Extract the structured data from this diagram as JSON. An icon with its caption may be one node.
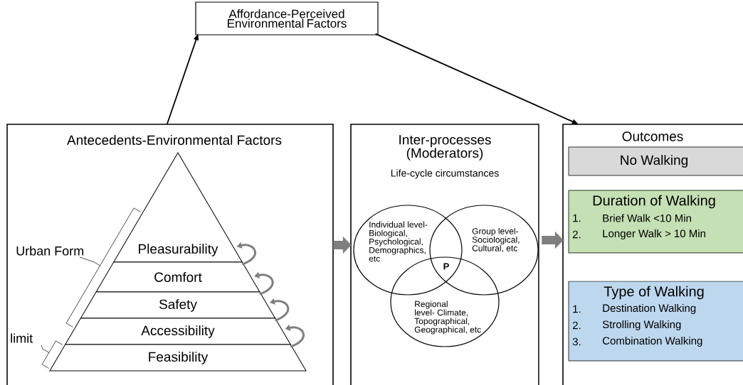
{
  "diagram": {
    "nodes": [
      {
        "text": [
          "Affordance-Perceived Environmental Factors"
        ]
      },
      {
        "text": [
          "Antecedents-Environmental Factors"
        ]
      },
      {
        "text": [
          "Pleasurability"
        ],
        "in": 1
      },
      {
        "text": [
          "Comfort"
        ],
        "in": 1
      },
      {
        "text": [
          "Safety"
        ],
        "in": 1
      },
      {
        "text": [
          "Accessibility"
        ],
        "in": 1
      },
      {
        "text": [
          "Feasibility"
        ],
        "in": 1
      },
      {
        "text": [
          "Inter-processes (Moderators)",
          "Life-cycle circumstances"
        ]
      },
      {
        "text": [
          "Individual level- Biological, Psychological, Demographics, etc"
        ],
        "in": 7
      },
      {
        "text": [
          "Group level- Sociological, Cultural, etc"
        ],
        "in": 7
      },
      {
        "text": [
          "Regional level- Climate, Topographical, Geographical, etc"
        ],
        "in": 7
      },
      {
        "text": [
          "Outcomes"
        ]
      },
      {
        "text": [
          "No Walking"
        ],
        "in": 11
      },
      {
        "text": [
          "Duration of Walking",
          "1.",
          "Brief Walk <10 Min",
          "2.",
          "Longer Walk > 10 Min"
        ],
        "in": 11
      },
      {
        "text": [
          "Type of Walking",
          "1.",
          "Destination Walking",
          "2.",
          "Strolling Walking",
          "3.",
          "Combination Walking"
        ],
        "in": 11
      }
    ],
    "edges": [
      {
        "from": 1,
        "to": 0,
        "arrow": "to",
        "color": "#000000"
      },
      {
        "from": 0,
        "to": 11,
        "arrow": "to",
        "color": "#000000"
      },
      {
        "from": 1,
        "to": 7,
        "arrow": "to",
        "style": "thick",
        "color": "#7f7f7f"
      },
      {
        "from": 7,
        "to": 11,
        "arrow": "to",
        "style": "thick",
        "color": "#7f7f7f"
      },
      {
        "from": 6,
        "to": 5,
        "arrow": "to",
        "color": "#7f7f7f"
      },
      {
        "from": 5,
        "to": 4,
        "arrow": "to",
        "color": "#7f7f7f"
      },
      {
        "from": 4,
        "to": 3,
        "arrow": "to",
        "color": "#7f7f7f"
      },
      {
        "from": 3,
        "to": 2,
        "arrow": "to",
        "color": "#7f7f7f"
      }
    ],
    "labels": [
      "Urban Form",
      "limit",
      "P"
    ]
  }
}
